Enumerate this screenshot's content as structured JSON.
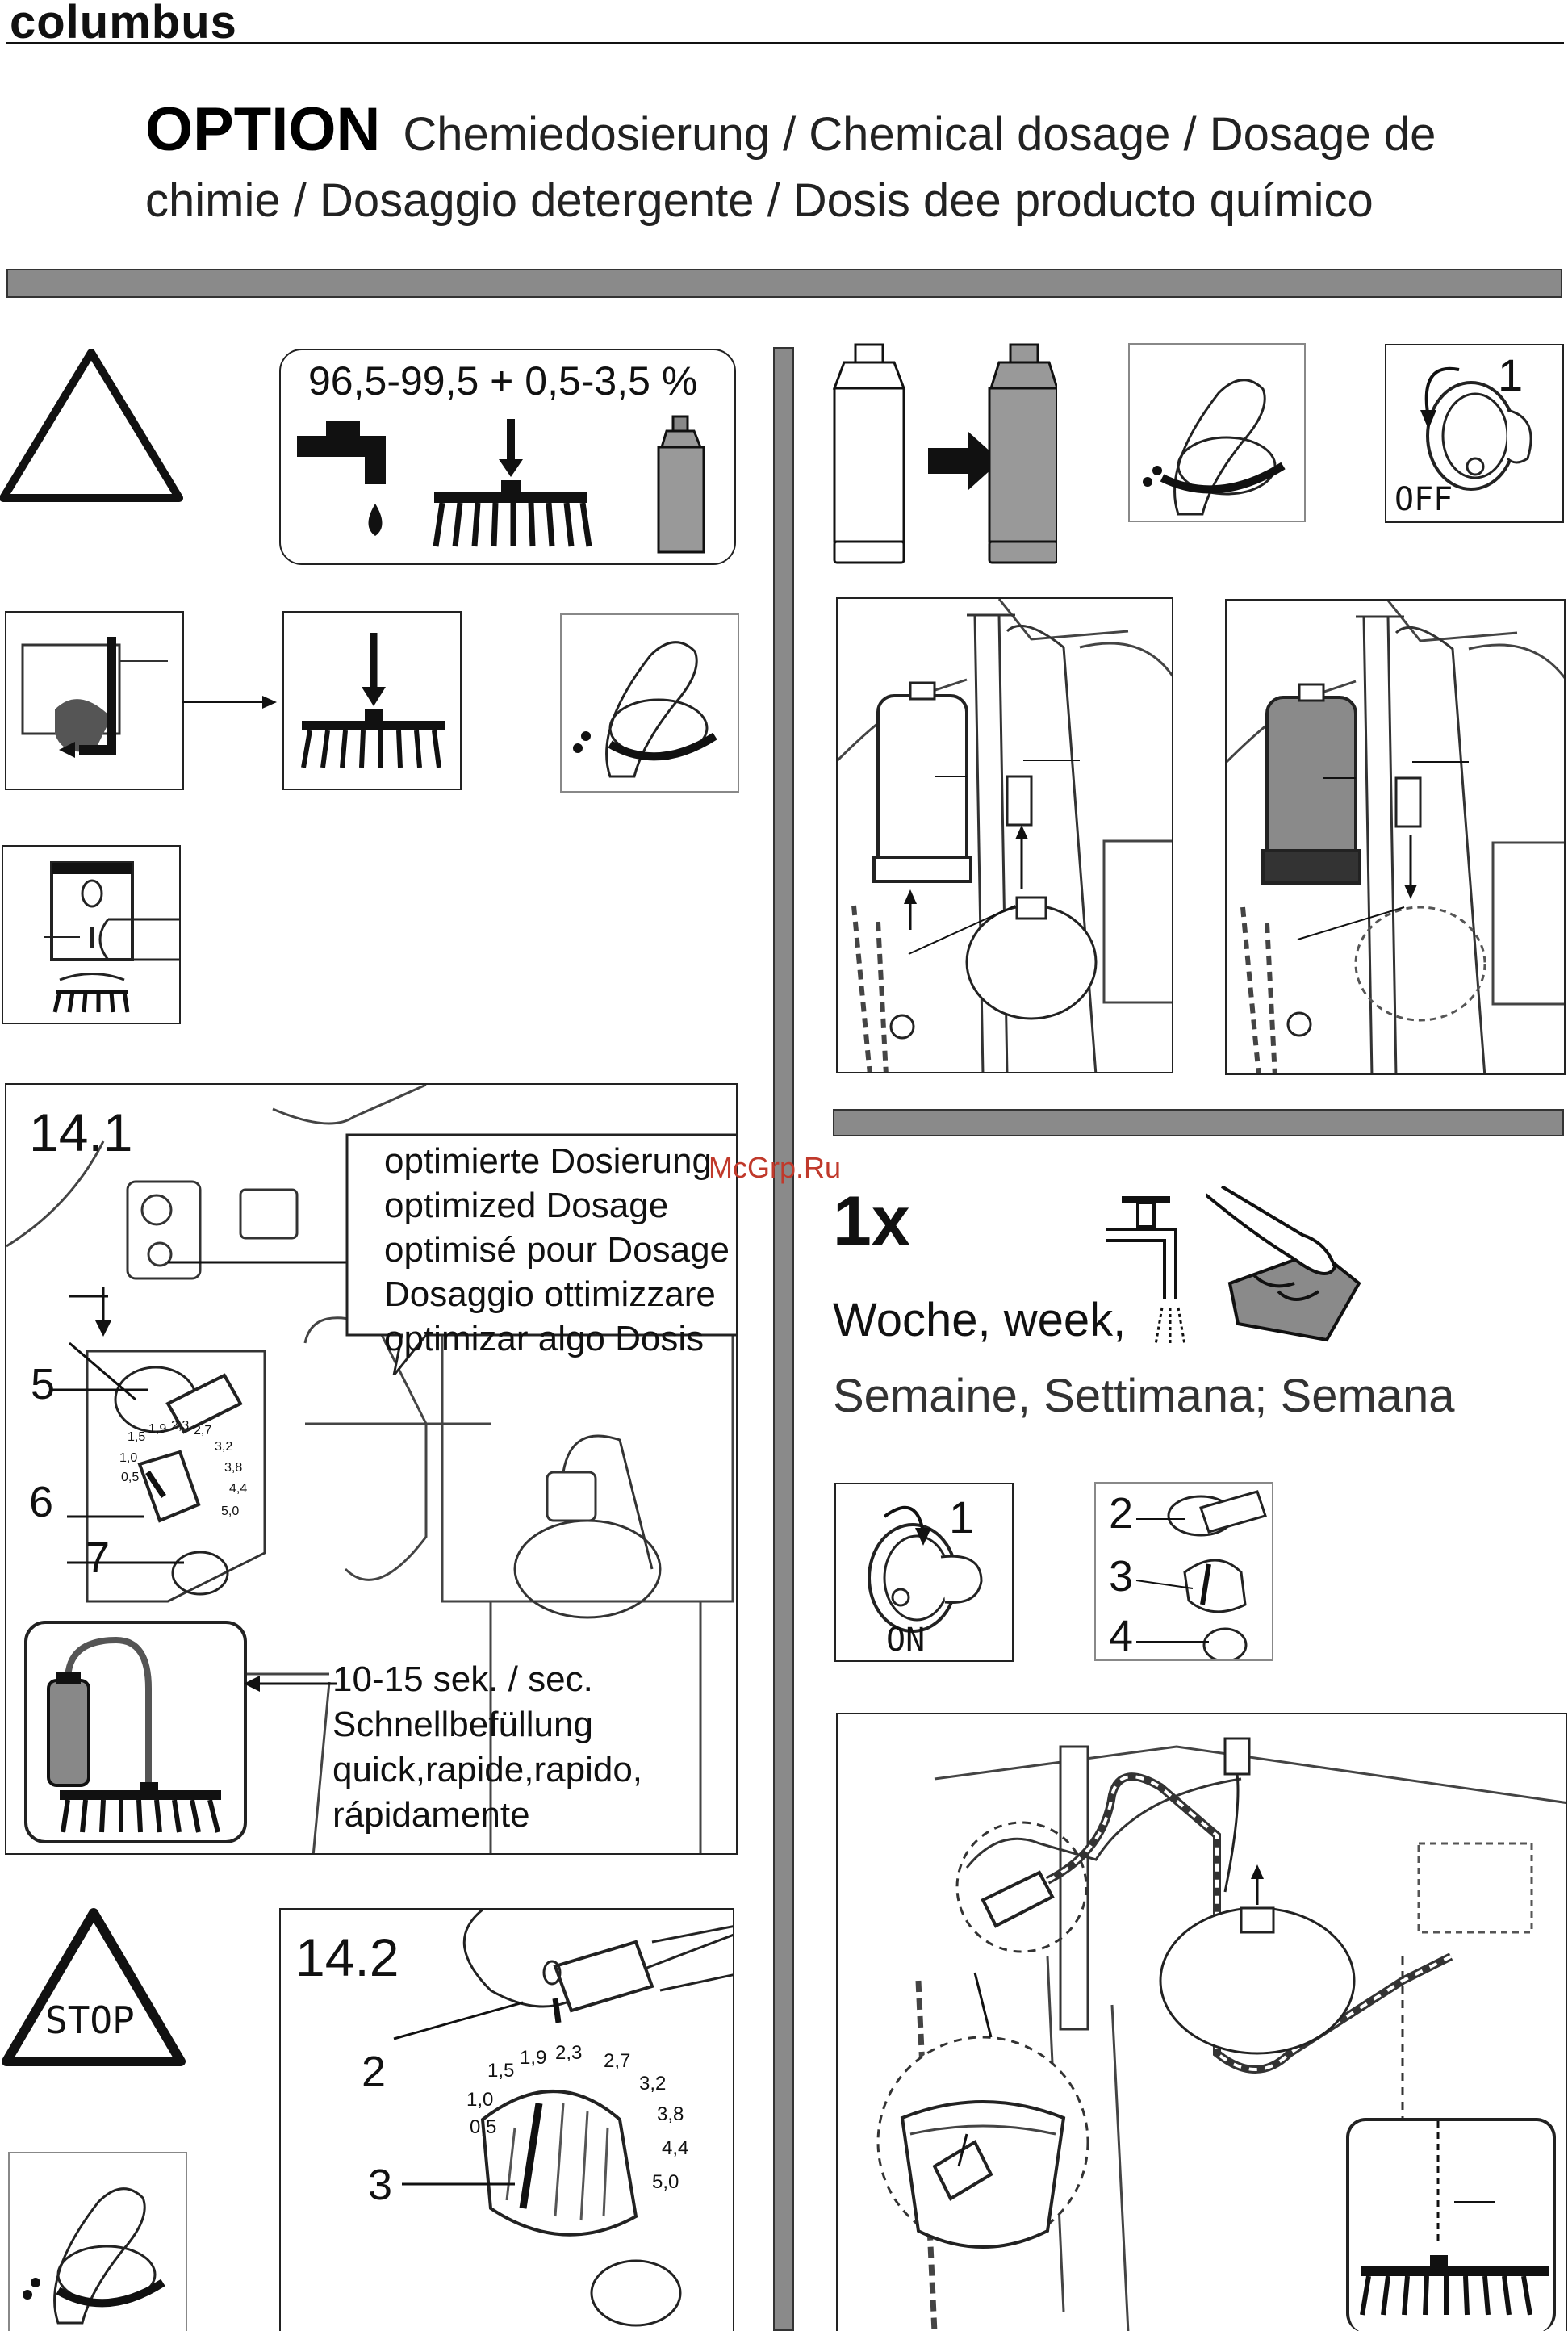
{
  "header": {
    "logo": "columbus",
    "option": "OPTION",
    "title": "Chemiedosierung / Chemical dosage / Dosage de chimie / Dosaggio detergente / Dosis dee producto químico"
  },
  "mix": {
    "ratio": "96,5-99,5 + 0,5-3,5 %"
  },
  "step_14_1": {
    "number": "14.1",
    "callout": [
      "optimierte Dosierung",
      "optimized Dosage",
      "optimisé pour Dosage",
      "Dosaggio ottimizzare",
      "optimizar algo Dosis"
    ],
    "labels": [
      "5",
      "6",
      "7"
    ],
    "scale": [
      "1,5",
      "1,9",
      "2,3",
      "2,7",
      "3,2",
      "3,8",
      "4,4",
      "5,0",
      "1,0",
      "0,5"
    ],
    "fill_note": [
      "10-15 sek. / sec.",
      "Schnellbefüllung",
      "quick,rapide,rapido,",
      "rápidamente"
    ]
  },
  "stop_sign": "STOP",
  "step_14_2": {
    "number": "14.2",
    "labels": [
      "2",
      "3"
    ],
    "scale": [
      "1,5",
      "1,9",
      "2,3",
      "2,7",
      "3,2",
      "1,0",
      "3,8",
      "0,5",
      "4,4",
      "5,0"
    ]
  },
  "switch_off": {
    "num": "1",
    "label": "OFF"
  },
  "switch_on": {
    "num": "1",
    "label": "ON"
  },
  "maintenance": {
    "count": "1x",
    "line1": "Woche, week,",
    "line2": "Semaine, Settimana; Semana"
  },
  "panel_small": {
    "labels": [
      "2",
      "3",
      "4"
    ]
  },
  "watermark": "McGrp.Ru"
}
